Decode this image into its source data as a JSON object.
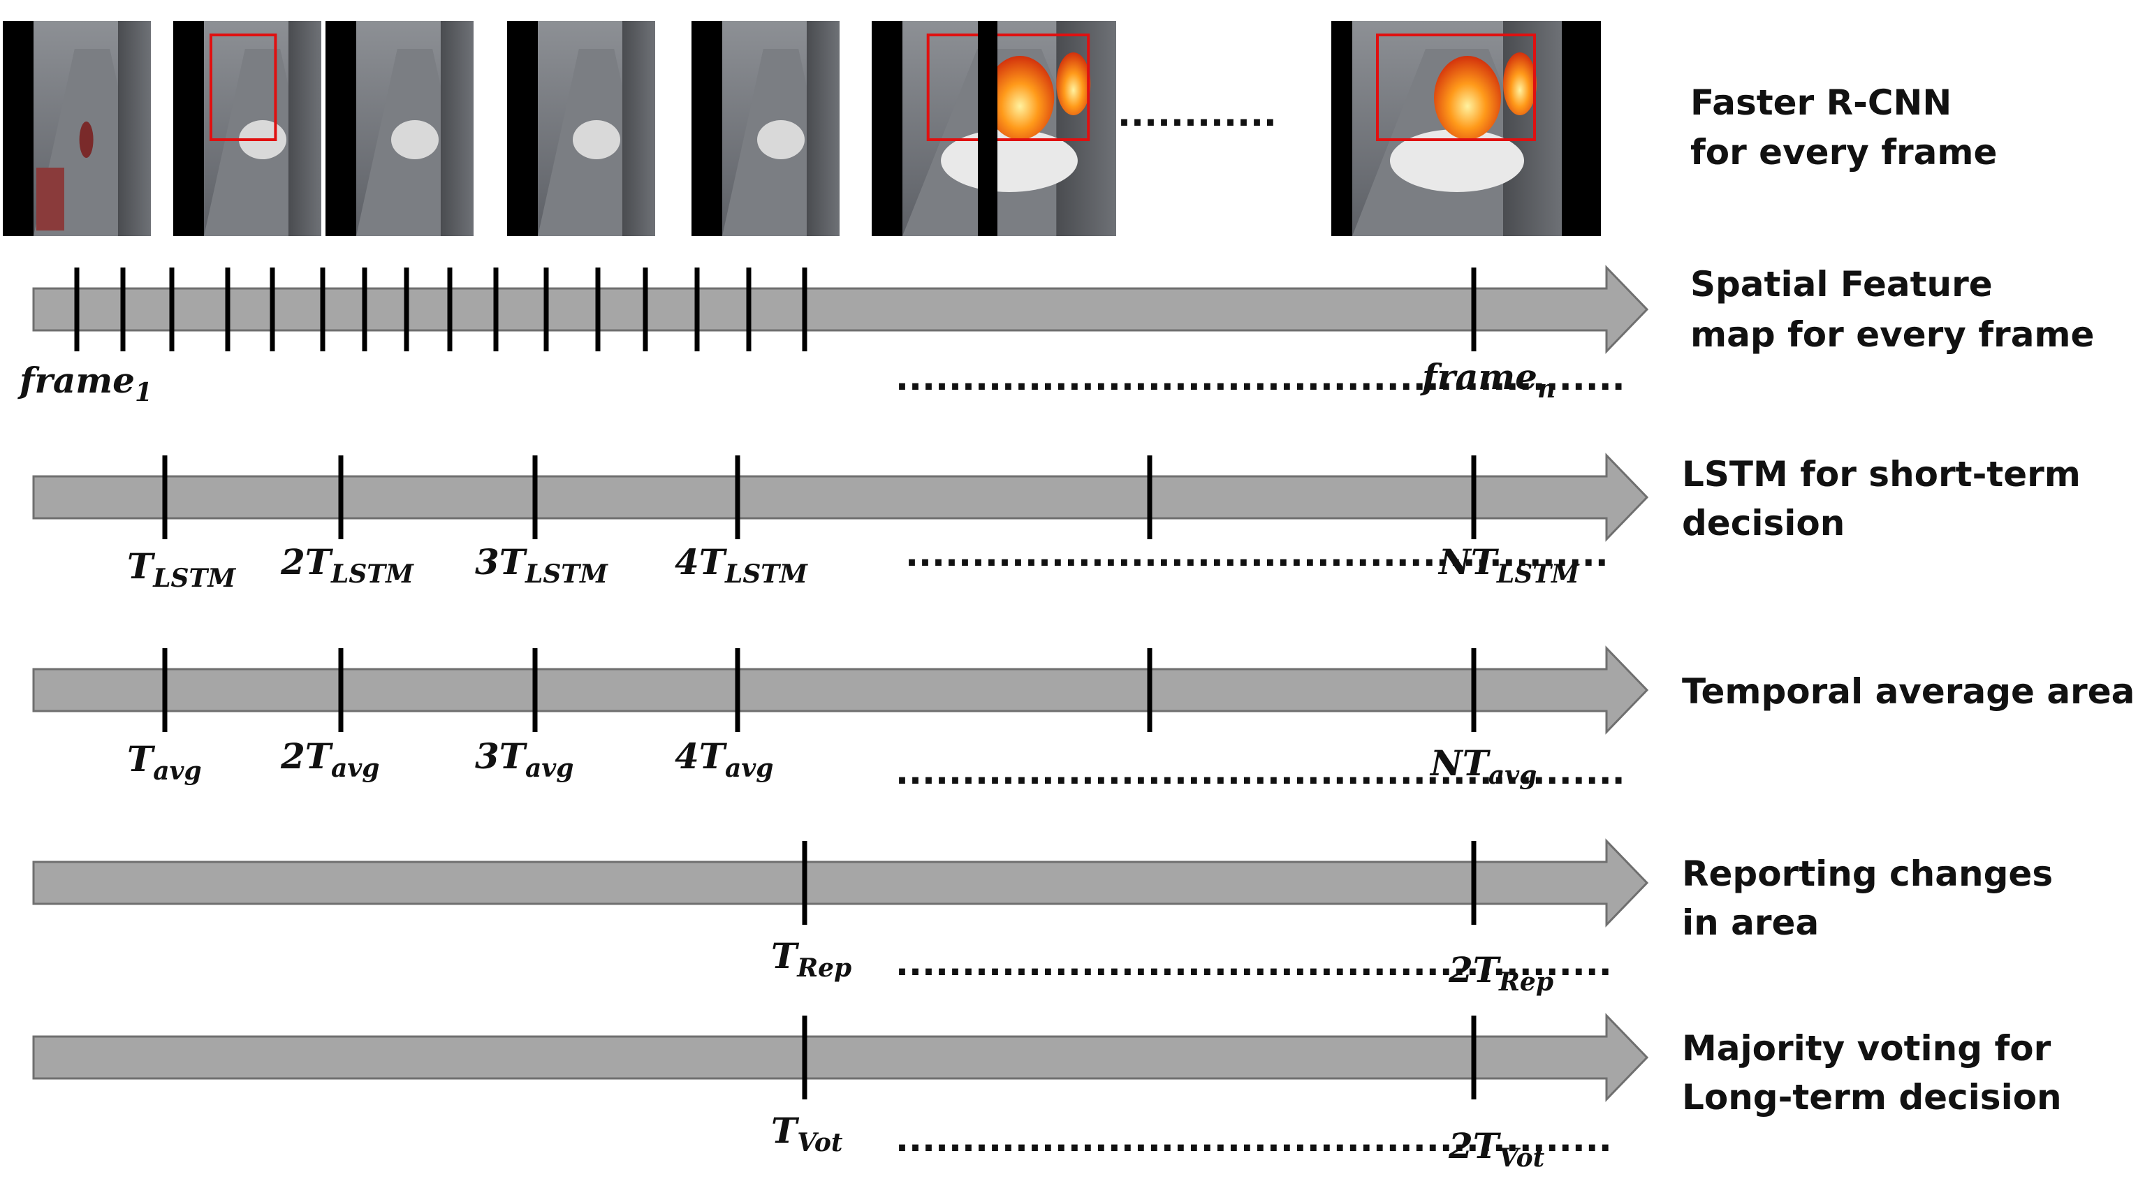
{
  "colors": {
    "arrow_fill": "#a6a6a6",
    "arrow_stroke": "#6f6f6f",
    "tick": "#000000",
    "detection_box": "#e01010",
    "black_band": "#000000"
  },
  "filmstrip": {
    "frames": [
      {
        "kind": "street-scene",
        "icon": "cctv-frame-icon",
        "detection_box": false
      },
      {
        "kind": "car-scene",
        "icon": "cctv-frame-icon",
        "detection_box": true
      },
      {
        "kind": "car-scene",
        "icon": "cctv-frame-icon",
        "detection_box": false
      },
      {
        "kind": "car-scene",
        "icon": "cctv-frame-icon",
        "detection_box": false
      },
      {
        "kind": "car-scene",
        "icon": "cctv-frame-icon",
        "detection_box": false
      },
      {
        "kind": "car-fire",
        "icon": "car-fire-icon",
        "detection_box": true
      }
    ],
    "ellipsis": "............",
    "last_frame": {
      "kind": "car-fire",
      "icon": "car-fire-icon",
      "detection_box": true
    }
  },
  "timelines": [
    {
      "caption": [
        "Faster R-CNN",
        "for every frame"
      ]
    },
    {
      "caption": [
        "Spatial Feature",
        "map for every frame"
      ],
      "labels": [
        {
          "main": "frame",
          "sub": "1"
        },
        {
          "main": "frame",
          "sub": "n"
        }
      ],
      "dots": "......................................................."
    },
    {
      "caption": [
        "LSTM for short-term",
        "decision"
      ],
      "labels": [
        {
          "main": "T",
          "sub": "LSTM"
        },
        {
          "main": "2T",
          "sub": "LSTM"
        },
        {
          "main": "3T",
          "sub": "LSTM"
        },
        {
          "main": "4T",
          "sub": "LSTM"
        },
        {
          "main": "NT",
          "sub": "LSTM"
        }
      ],
      "dots": "....................................................."
    },
    {
      "caption": [
        "Temporal average area"
      ],
      "labels": [
        {
          "main": "T",
          "sub": "avg"
        },
        {
          "main": "2T",
          "sub": "avg"
        },
        {
          "main": "3T",
          "sub": "avg"
        },
        {
          "main": "4T",
          "sub": "avg"
        },
        {
          "main": "NT",
          "sub": "avg"
        }
      ],
      "dots": "......................................................."
    },
    {
      "caption": [
        "Reporting changes",
        "in area"
      ],
      "labels": [
        {
          "main": "T",
          "sub": "Rep"
        },
        {
          "main": "2T",
          "sub": "Rep"
        }
      ],
      "dots": "......................................................"
    },
    {
      "caption": [
        "Majority voting for",
        "Long-term decision"
      ],
      "labels": [
        {
          "main": "T",
          "sub": "Vot"
        },
        {
          "main": "2T",
          "sub": "Vot"
        }
      ],
      "dots": "......................................................"
    }
  ]
}
